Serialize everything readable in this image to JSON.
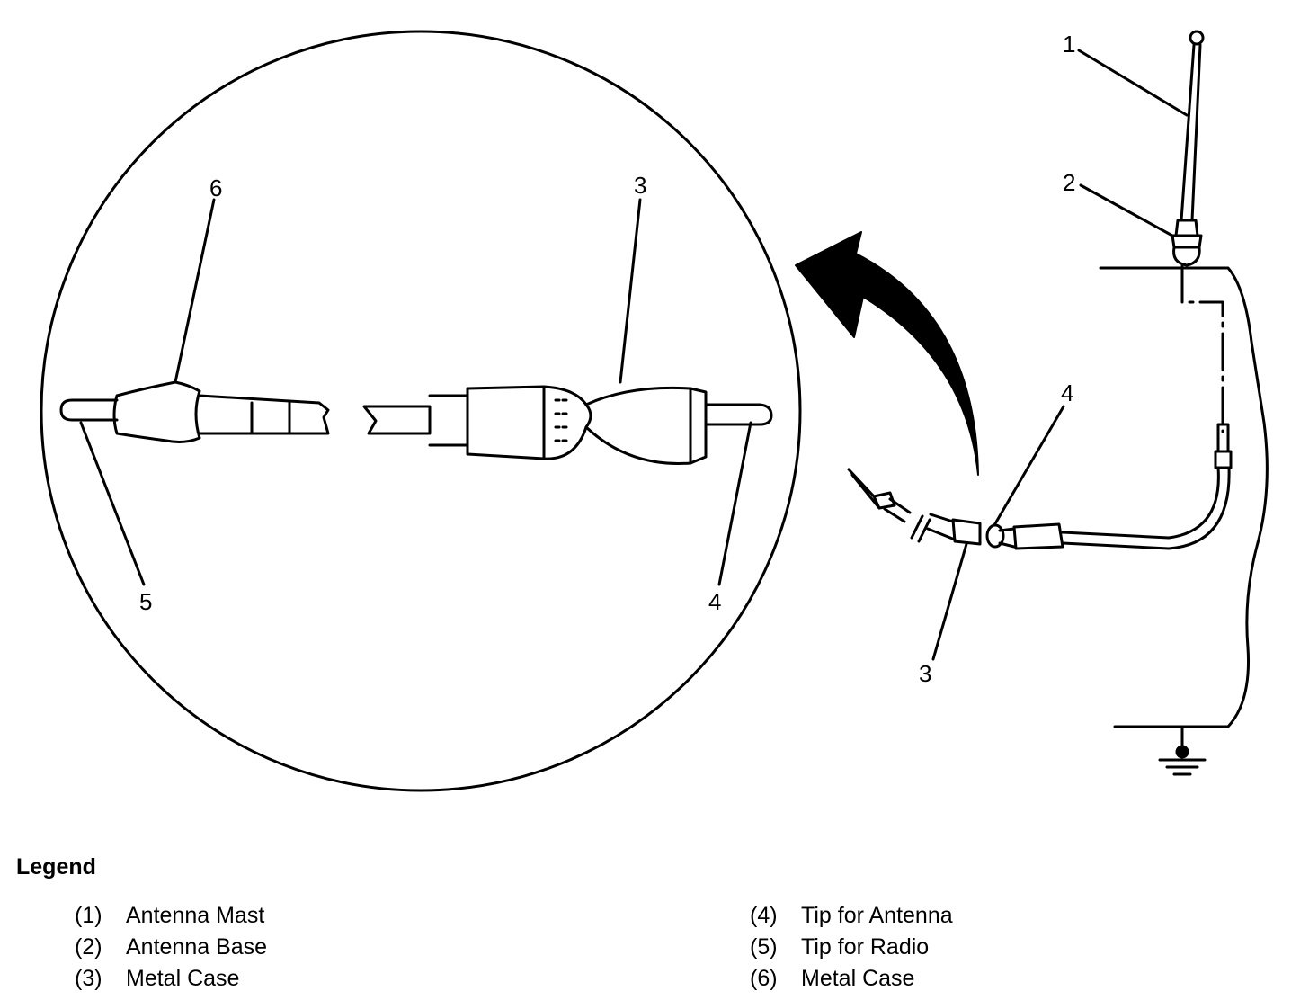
{
  "callouts": {
    "c1": "1",
    "c2": "2",
    "c3_right": "3",
    "c4_right": "4",
    "c6_detail": "6",
    "c3_detail": "3",
    "c5_detail": "5",
    "c4_detail": "4"
  },
  "legend": {
    "title": "Legend",
    "items": [
      {
        "num": "(1)",
        "label": "Antenna Mast"
      },
      {
        "num": "(2)",
        "label": "Antenna Base"
      },
      {
        "num": "(3)",
        "label": "Metal Case"
      },
      {
        "num": "(4)",
        "label": "Tip for Antenna"
      },
      {
        "num": "(5)",
        "label": "Tip for Radio"
      },
      {
        "num": "(6)",
        "label": "Metal Case"
      }
    ]
  }
}
